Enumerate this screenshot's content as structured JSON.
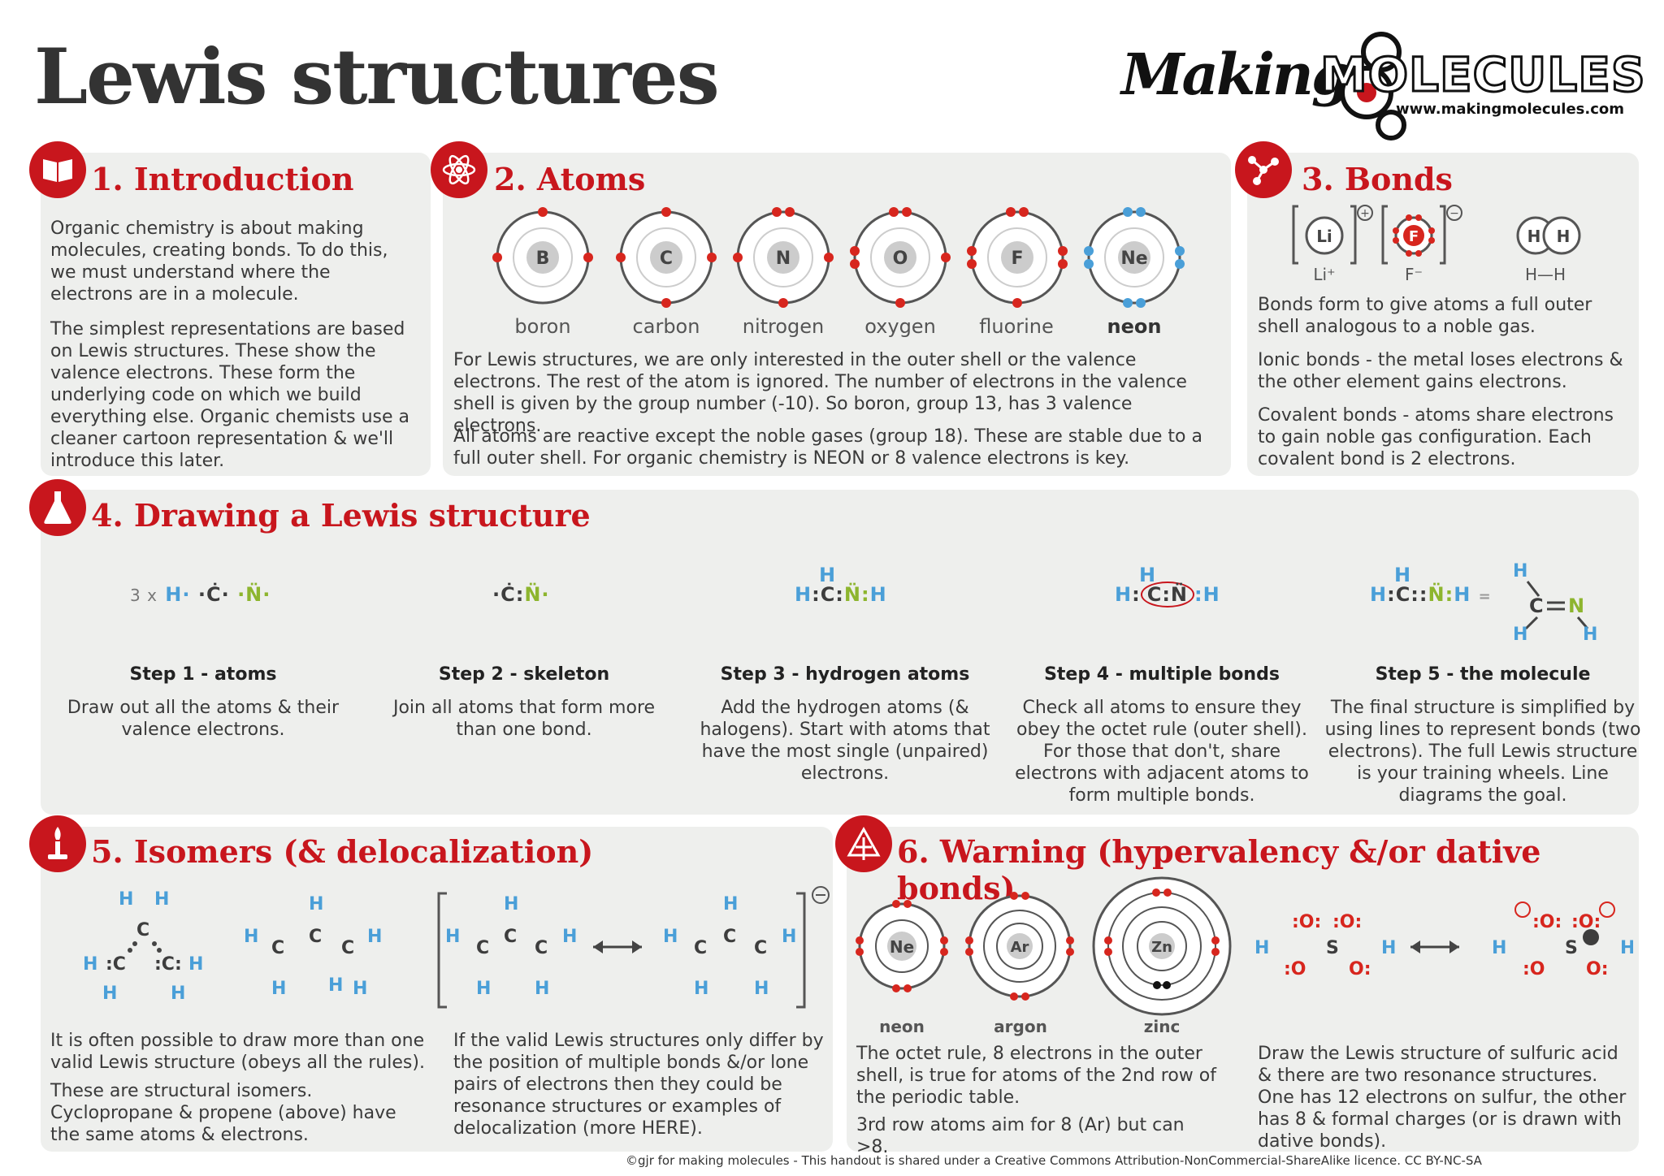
{
  "title": "Lewis structures",
  "logo": {
    "making": "Making",
    "molecules": "MOLECULES",
    "url": "www.makingmolecules.com"
  },
  "sections": {
    "intro": {
      "title": "1. Introduction",
      "p1": "Organic chemistry is about making molecules, creating bonds. To do this, we must understand where the electrons are in a molecule.",
      "p2": "The simplest representations are based on Lewis structures. These show the valence electrons. These form the underlying code on which we build everything else. Organic chemists use a cleaner cartoon representation & we'll introduce this later."
    },
    "atoms": {
      "title": "2. Atoms",
      "elements": [
        {
          "symbol": "B",
          "name": "boron"
        },
        {
          "symbol": "C",
          "name": "carbon"
        },
        {
          "symbol": "N",
          "name": "nitrogen"
        },
        {
          "symbol": "O",
          "name": "oxygen"
        },
        {
          "symbol": "F",
          "name": "fluorine"
        },
        {
          "symbol": "Ne",
          "name": "neon"
        }
      ],
      "p1": "For Lewis structures, we are only interested in the outer shell or the valence electrons. The rest of the atom is ignored. The number of electrons in the valence shell is given by the group number (-10). So boron, group 13, has 3 valence electrons.",
      "p2": "All atoms are reactive except the noble gases (group 18). These are stable due to a full outer shell. For organic chemistry is NEON or 8 valence electrons is key."
    },
    "bonds": {
      "title": "3. Bonds",
      "li_label": "Li⁺",
      "f_label": "F⁻",
      "hh_label": "H—H",
      "p1": "Bonds form to give atoms a full outer shell analogous to a noble gas.",
      "p2": "Ionic bonds - the metal loses electrons & the other element gains electrons.",
      "p3": "Covalent bonds - atoms share electrons to gain noble gas configuration. Each covalent bond is 2 electrons."
    },
    "drawing": {
      "title": "4. Drawing a Lewis structure",
      "steps": [
        {
          "title": "Step 1 - atoms",
          "text": "Draw out all the atoms & their valence electrons."
        },
        {
          "title": "Step 2 - skeleton",
          "text": "Join all atoms that form more than one bond."
        },
        {
          "title": "Step 3 - hydrogen atoms",
          "text": "Add the hydrogen atoms (& halogens). Start with atoms that have the most single (unpaired) electrons."
        },
        {
          "title": "Step 4 - multiple bonds",
          "text": "Check all atoms to ensure they obey the octet rule (outer shell). For those that don't, share electrons with adjacent atoms to form multiple bonds."
        },
        {
          "title": "Step 5 - the molecule",
          "text": "The final structure is simplified by using lines to represent bonds (two electrons). The full Lewis structure is your training wheels. Line diagrams the goal."
        }
      ],
      "step1_prefix": "3 x"
    },
    "isomers": {
      "title": "5. Isomers (& delocalization)",
      "p1": "It is often possible to draw more than one valid Lewis structure (obeys all the rules).",
      "p2": "These are structural isomers. Cyclopropane & propene (above) have the same atoms & electrons.",
      "p3": "If the valid Lewis structures only differ by the position of multiple bonds &/or lone pairs of electrons then they could be resonance structures or examples of delocalization (more HERE)."
    },
    "warning": {
      "title": "6. Warning (hypervalency &/or dative bonds)",
      "atoms": [
        {
          "symbol": "Ne",
          "name": "neon"
        },
        {
          "symbol": "Ar",
          "name": "argon"
        },
        {
          "symbol": "Zn",
          "name": "zinc"
        }
      ],
      "p1": "The octet rule, 8 electrons in the outer shell, is true for atoms of the 2nd row of the periodic table.",
      "p2": "3rd row atoms aim for 8 (Ar) but can >8.",
      "p3": "Draw the Lewis structure of sulfuric acid & there are two resonance structures. One has 12 electrons on sulfur, the other has 8 & formal charges (or is drawn with dative bonds)."
    }
  },
  "footer": "©gjr for making molecules - This handout is shared under a Creative Commons Attribution-NonCommercial-ShareAlike licence. CC BY-NC-SA",
  "colors": {
    "accent": "#c8161d",
    "panel": "#eeefed",
    "hydrogen": "#4a9fd8",
    "nitrogen": "#8db52e",
    "electron": "#d7261e"
  }
}
